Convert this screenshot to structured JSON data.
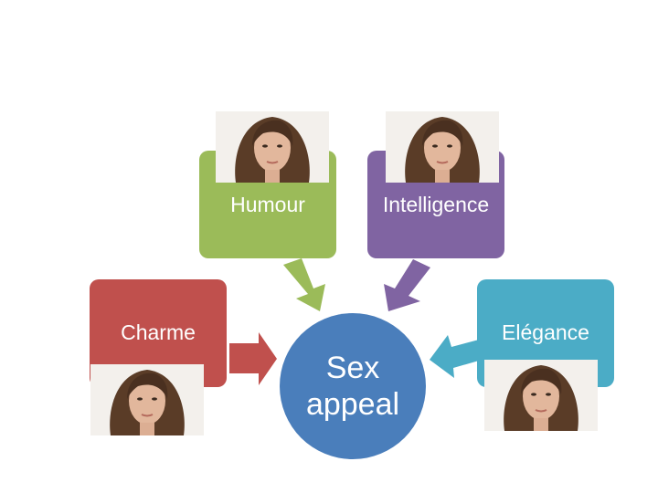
{
  "colors": {
    "humour": "#9bbb59",
    "intelligence": "#8064a2",
    "charme": "#c0504d",
    "elegance": "#4bacc6",
    "center": "#4a7ebb"
  },
  "diagram": {
    "center": {
      "line1": "Sex",
      "line2": "appeal"
    },
    "nodes": {
      "humour": {
        "label": "Humour"
      },
      "intelligence": {
        "label": "Intelligence"
      },
      "charme": {
        "label": "Charme"
      },
      "elegance": {
        "label": "Elégance"
      }
    }
  }
}
